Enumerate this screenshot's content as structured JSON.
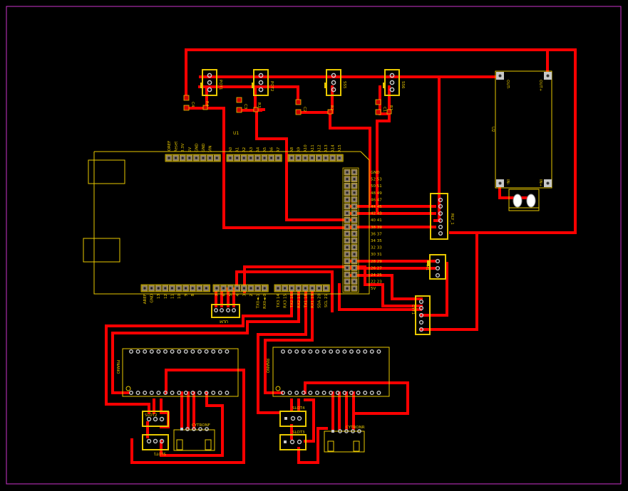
{
  "board": {
    "outline_color": "#cc33cc",
    "trace_color": "#ff0000",
    "silk_color": "#e8c800",
    "pad_color": "#c8c8c8"
  },
  "u1": {
    "ref": "U1",
    "power_labels": [
      "IOREF",
      "Reset",
      "3.3V",
      "5V",
      "GND",
      "GND",
      "VIN"
    ],
    "analog_low_labels": [
      "A0",
      "A1",
      "A2",
      "A3",
      "A4",
      "A5",
      "A6",
      "A7"
    ],
    "analog_high_labels": [
      "A8",
      "A9",
      "A10",
      "A11",
      "A12",
      "A13",
      "A14",
      "A15"
    ],
    "header_right_labels": [
      "GND",
      "52 53",
      "50 51",
      "48 49",
      "46 47",
      "44 45",
      "42 43",
      "40 41",
      "38 39",
      "36 37",
      "34 35",
      "32 33",
      "30 31",
      "28 29",
      "26 27",
      "24 25",
      "22 23",
      "5V"
    ],
    "pwm_labels": [
      "AREF",
      "GND",
      "13",
      "12",
      "11",
      "10",
      "9",
      "8"
    ],
    "pwm2_labels": [
      "7",
      "6",
      "5",
      "4",
      "3",
      "2",
      "TX0◄-1",
      "RX0◄-0"
    ],
    "comm_labels": [
      "TX3 14",
      "RX3 15",
      "TX2 16",
      "RX2 17",
      "TX1 18",
      "RX1 19",
      "SDA 20",
      "SCL 21"
    ]
  },
  "parts": {
    "pot1": "POT1",
    "pot2": "POT2",
    "ss5": "SS5",
    "ss6": "SS6",
    "r4": "R4",
    "r3": "R3",
    "r2": "R2",
    "r1": "R1",
    "c4": "C4",
    "c3": "C3",
    "c2": "C2",
    "c1": "C1",
    "u2": "U2",
    "out_minus": "OUT-",
    "out_plus": "OUT+",
    "in_minus": "IN-",
    "in_plus": "IN+",
    "rly1": "RLY_1",
    "m1": "M1",
    "cyt1": "CYT1",
    "ulm": "ULM",
    "fnano": "FNANO",
    "rnano": "RNANO",
    "cytronf": "CYTRONF",
    "cytronr": "CYTRONR",
    "slot1": "SLOT1",
    "slot2": "SLOT2",
    "slot3": "SLOT3",
    "slot4": "SLOT4"
  }
}
